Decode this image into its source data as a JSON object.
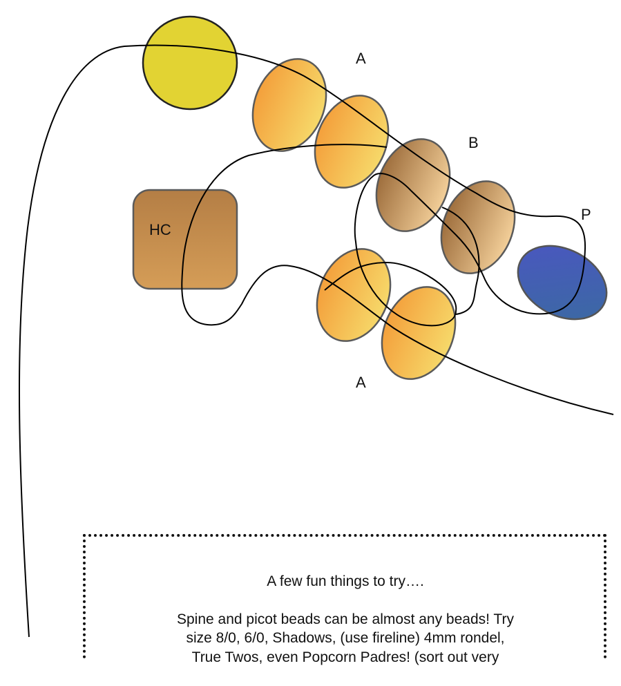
{
  "diagram": {
    "labels": {
      "top_a": "A",
      "b": "B",
      "p": "P",
      "hc": "HC",
      "bottom_a": "A"
    },
    "colors": {
      "yellow_bead": "#E2D333",
      "a_bead_light": "#F6D96A",
      "a_bead_dark": "#F4A03C",
      "b_bead_light": "#F3CF99",
      "b_bead_dark": "#9E6E3D",
      "hc_bead": "#B98549",
      "p_bead": "#3F5EAF",
      "thread": "#000000"
    }
  },
  "tips": {
    "heading": "A few fun things to try….",
    "body": "Spine and picot beads can be almost any beads! Try\nsize 8/0, 6/0, Shadows, (use fireline) 4mm rondel,\nTrue Twos, even Popcorn Padres! (sort out very"
  }
}
